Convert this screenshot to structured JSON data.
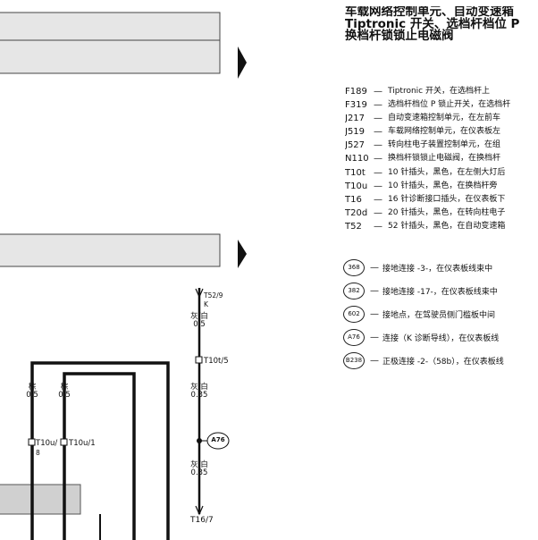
{
  "title": {
    "line1": "车载网络控制单元、自动变速箱",
    "line2": "Tiptronic 开关、选档杆档位 P",
    "line3": "换档杆锁锁止电磁阀"
  },
  "legend": [
    {
      "code": "F189",
      "desc": "Tiptronic 开关，在选档杆上"
    },
    {
      "code": "F319",
      "desc": "选档杆档位 P 锁止开关，在选档杆"
    },
    {
      "code": "J217",
      "desc": "自动变速箱控制单元，在左前车"
    },
    {
      "code": "J519",
      "desc": "车载网络控制单元，在仪表板左"
    },
    {
      "code": "J527",
      "desc": "转向柱电子装置控制单元，在组"
    },
    {
      "code": "N110",
      "desc": "换档杆锁锁止电磁阀，在换档杆"
    },
    {
      "code": "T10t",
      "desc": "10 针插头，黑色，在左侧大灯后"
    },
    {
      "code": "T10u",
      "desc": "10 针插头，黑色，在换档杆旁"
    },
    {
      "code": "T16",
      "desc": "16 针诊断接口插头，在仪表板下"
    },
    {
      "code": "T20d",
      "desc": "20 针插头，黑色，在转向柱电子"
    },
    {
      "code": "T52",
      "desc": "52 针插头，黑色，在自动变速箱"
    }
  ],
  "refs": [
    {
      "num": "368",
      "desc": "接地连接 -3-，在仪表板线束中"
    },
    {
      "num": "382",
      "desc": "接地连接 -17-，在仪表板线束中"
    },
    {
      "num": "602",
      "desc": "接地点，在驾驶员侧门槛板中间"
    },
    {
      "num": "A76",
      "desc": "连接（K 诊断导线），在仪表板线"
    },
    {
      "num": "B238",
      "desc": "正极连接 -2-（58b），在仪表板线"
    }
  ],
  "wires": {
    "w1_color": "棕",
    "w1_size": "0.5",
    "w2_color": "棕",
    "w2_size": "0.5",
    "gw1_color": "灰/白",
    "gw1_size": "0.5",
    "gw2_color": "灰/白",
    "gw2_size": "0.35",
    "gw3_color": "灰/白",
    "gw3_size": "0.35"
  },
  "connectors": {
    "t52": "T52/9",
    "t52_pin": "K",
    "t10t": "T10t/5",
    "t10u_a": "T10u/",
    "t10u_a_pin": "8",
    "t10u_b": "T10u/1",
    "a76": "A76",
    "t16": "T16/7"
  },
  "dash": "—"
}
